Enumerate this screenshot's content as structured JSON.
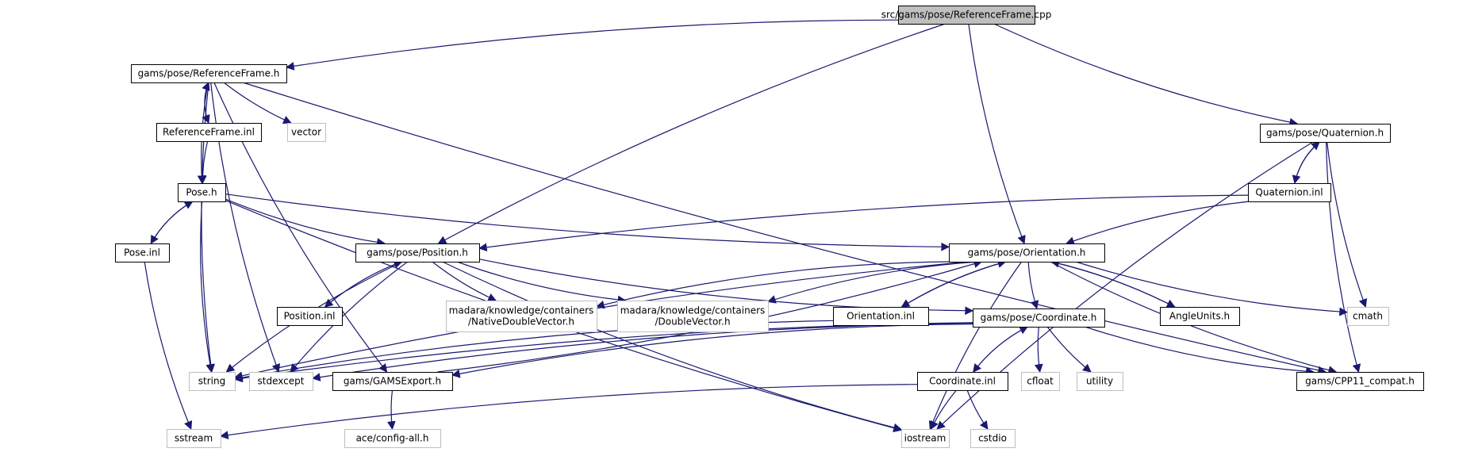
{
  "diagram": {
    "type": "include-dependency-graph",
    "colors": {
      "background": "#ffffff",
      "edge": "#191970",
      "root_fill": "#bfbfbf",
      "documented_border": "#000000",
      "external_border": "#bfbfbf",
      "text": "#000000"
    },
    "nodes": [
      {
        "id": "refframe_cpp",
        "lines": [
          "src/gams/pose/ReferenceFrame.cpp"
        ],
        "kind": "root"
      },
      {
        "id": "refframe_h",
        "lines": [
          "gams/pose/ReferenceFrame.h"
        ],
        "kind": "documented"
      },
      {
        "id": "refframe_inl",
        "lines": [
          "ReferenceFrame.inl"
        ],
        "kind": "documented"
      },
      {
        "id": "vector",
        "lines": [
          "vector"
        ],
        "kind": "external"
      },
      {
        "id": "pose_h",
        "lines": [
          "Pose.h"
        ],
        "kind": "documented"
      },
      {
        "id": "pose_inl",
        "lines": [
          "Pose.inl"
        ],
        "kind": "documented"
      },
      {
        "id": "position_h",
        "lines": [
          "gams/pose/Position.h"
        ],
        "kind": "documented"
      },
      {
        "id": "position_inl",
        "lines": [
          "Position.inl"
        ],
        "kind": "documented"
      },
      {
        "id": "native_dv",
        "lines": [
          "madara/knowledge/containers",
          "/NativeDoubleVector.h"
        ],
        "kind": "external"
      },
      {
        "id": "double_v",
        "lines": [
          "madara/knowledge/containers",
          "/DoubleVector.h"
        ],
        "kind": "external"
      },
      {
        "id": "orientation_h",
        "lines": [
          "gams/pose/Orientation.h"
        ],
        "kind": "documented"
      },
      {
        "id": "orientation_inl",
        "lines": [
          "Orientation.inl"
        ],
        "kind": "documented"
      },
      {
        "id": "coordinate_h",
        "lines": [
          "gams/pose/Coordinate.h"
        ],
        "kind": "documented"
      },
      {
        "id": "coordinate_inl",
        "lines": [
          "Coordinate.inl"
        ],
        "kind": "documented"
      },
      {
        "id": "angleunits_h",
        "lines": [
          "AngleUnits.h"
        ],
        "kind": "documented"
      },
      {
        "id": "quaternion_h",
        "lines": [
          "gams/pose/Quaternion.h"
        ],
        "kind": "documented"
      },
      {
        "id": "quaternion_inl",
        "lines": [
          "Quaternion.inl"
        ],
        "kind": "documented"
      },
      {
        "id": "cmath",
        "lines": [
          "cmath"
        ],
        "kind": "external"
      },
      {
        "id": "cpp11",
        "lines": [
          "gams/CPP11_compat.h"
        ],
        "kind": "documented"
      },
      {
        "id": "gamsexport",
        "lines": [
          "gams/GAMSExport.h"
        ],
        "kind": "documented"
      },
      {
        "id": "aceconfig",
        "lines": [
          "ace/config-all.h"
        ],
        "kind": "external"
      },
      {
        "id": "string",
        "lines": [
          "string"
        ],
        "kind": "external"
      },
      {
        "id": "stdexcept",
        "lines": [
          "stdexcept"
        ],
        "kind": "external"
      },
      {
        "id": "sstream",
        "lines": [
          "sstream"
        ],
        "kind": "external"
      },
      {
        "id": "iostream",
        "lines": [
          "iostream"
        ],
        "kind": "external"
      },
      {
        "id": "cstdio",
        "lines": [
          "cstdio"
        ],
        "kind": "external"
      },
      {
        "id": "cfloat",
        "lines": [
          "cfloat"
        ],
        "kind": "external"
      },
      {
        "id": "utility",
        "lines": [
          "utility"
        ],
        "kind": "external"
      }
    ],
    "edges": [
      [
        "refframe_cpp",
        "refframe_h"
      ],
      [
        "refframe_cpp",
        "position_h"
      ],
      [
        "refframe_cpp",
        "orientation_h"
      ],
      [
        "refframe_cpp",
        "quaternion_h"
      ],
      [
        "refframe_h",
        "refframe_inl"
      ],
      [
        "refframe_inl",
        "refframe_h"
      ],
      [
        "refframe_h",
        "vector"
      ],
      [
        "refframe_h",
        "pose_h"
      ],
      [
        "refframe_h",
        "string"
      ],
      [
        "refframe_h",
        "stdexcept"
      ],
      [
        "refframe_h",
        "gamsexport"
      ],
      [
        "refframe_h",
        "cpp11"
      ],
      [
        "refframe_inl",
        "pose_h"
      ],
      [
        "pose_h",
        "pose_inl"
      ],
      [
        "pose_inl",
        "pose_h"
      ],
      [
        "pose_h",
        "position_h"
      ],
      [
        "pose_h",
        "orientation_h"
      ],
      [
        "pose_h",
        "string"
      ],
      [
        "pose_h",
        "iostream"
      ],
      [
        "pose_inl",
        "sstream"
      ],
      [
        "position_h",
        "position_inl"
      ],
      [
        "position_inl",
        "position_h"
      ],
      [
        "position_h",
        "native_dv"
      ],
      [
        "position_h",
        "double_v"
      ],
      [
        "position_h",
        "coordinate_h"
      ],
      [
        "position_h",
        "string"
      ],
      [
        "position_h",
        "stdexcept"
      ],
      [
        "position_h",
        "iostream"
      ],
      [
        "orientation_h",
        "orientation_inl"
      ],
      [
        "orientation_inl",
        "orientation_h"
      ],
      [
        "orientation_h",
        "angleunits_h"
      ],
      [
        "angleunits_h",
        "orientation_h"
      ],
      [
        "orientation_h",
        "coordinate_h"
      ],
      [
        "orientation_h",
        "native_dv"
      ],
      [
        "orientation_h",
        "double_v"
      ],
      [
        "orientation_h",
        "cmath"
      ],
      [
        "orientation_h",
        "cpp11"
      ],
      [
        "orientation_h",
        "iostream"
      ],
      [
        "orientation_h",
        "string"
      ],
      [
        "orientation_inl",
        "string"
      ],
      [
        "gamsexport",
        "orientation_h"
      ],
      [
        "coordinate_h",
        "coordinate_inl"
      ],
      [
        "coordinate_inl",
        "coordinate_h"
      ],
      [
        "coordinate_h",
        "cfloat"
      ],
      [
        "coordinate_h",
        "utility"
      ],
      [
        "coordinate_h",
        "cpp11"
      ],
      [
        "coordinate_h",
        "gamsexport"
      ],
      [
        "coordinate_h",
        "stdexcept"
      ],
      [
        "coordinate_h",
        "string"
      ],
      [
        "coordinate_inl",
        "iostream"
      ],
      [
        "coordinate_inl",
        "cstdio"
      ],
      [
        "coordinate_inl",
        "sstream"
      ],
      [
        "gamsexport",
        "aceconfig"
      ],
      [
        "quaternion_h",
        "quaternion_inl"
      ],
      [
        "quaternion_inl",
        "quaternion_h"
      ],
      [
        "quaternion_h",
        "cmath"
      ],
      [
        "quaternion_h",
        "cpp11"
      ],
      [
        "quaternion_h",
        "iostream"
      ],
      [
        "quaternion_inl",
        "position_h"
      ],
      [
        "quaternion_inl",
        "orientation_h"
      ]
    ]
  }
}
